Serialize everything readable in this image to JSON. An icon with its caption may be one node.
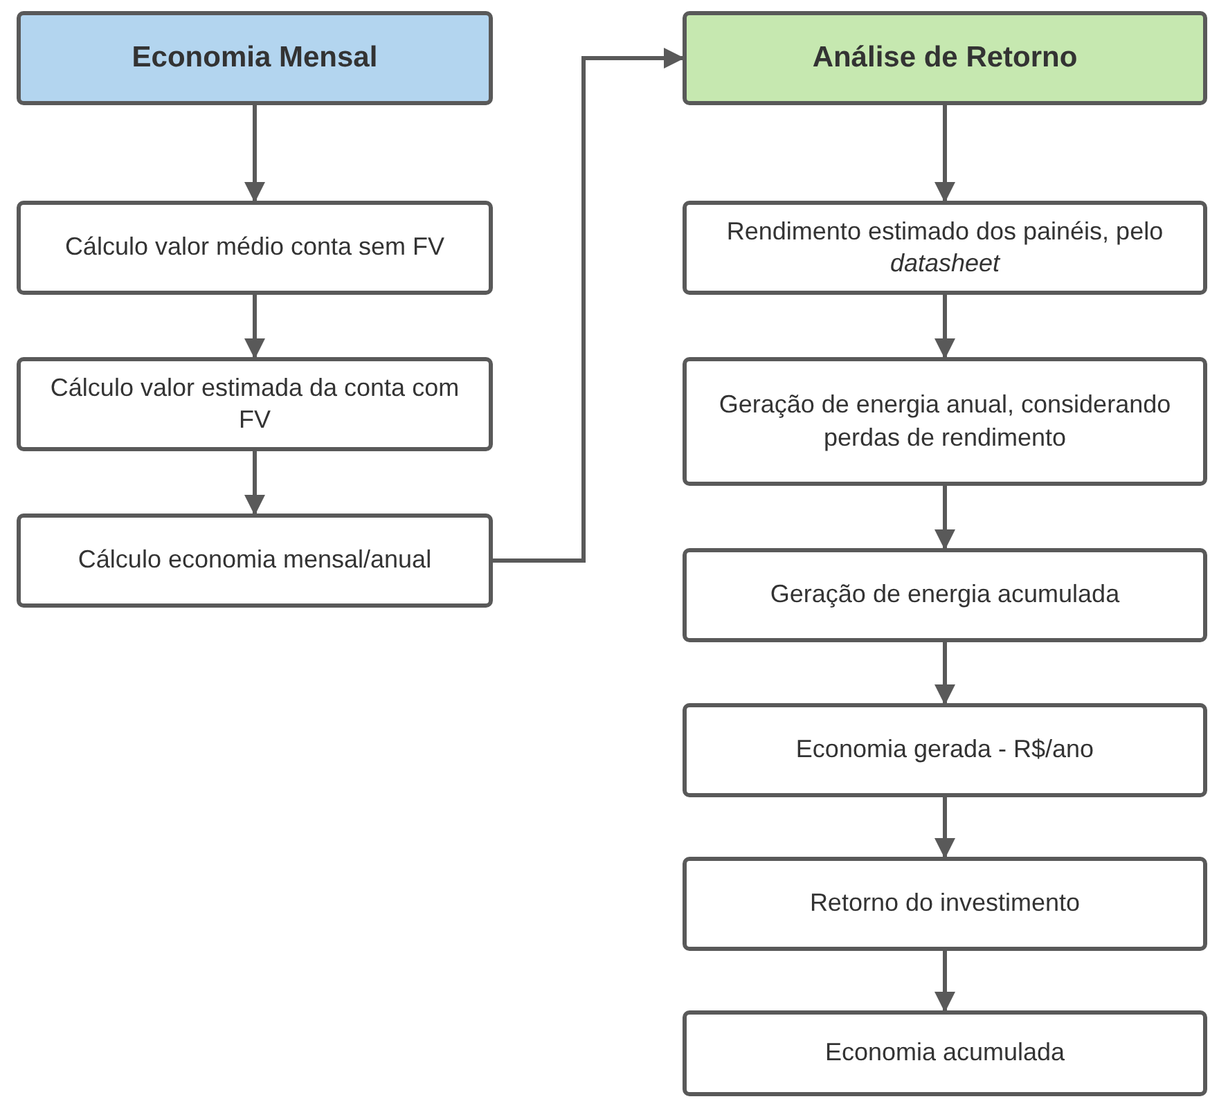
{
  "diagram": {
    "nodes": [
      {
        "text": [
          "Economia Mensal"
        ]
      },
      {
        "text": [
          "Cálculo valor médio conta sem FV"
        ]
      },
      {
        "text": [
          "Cálculo valor estimada da conta com FV"
        ]
      },
      {
        "text": [
          "Cálculo economia mensal/anual"
        ]
      },
      {
        "text": [
          "Análise de Retorno"
        ]
      },
      {
        "text": [
          "Rendimento estimado dos painéis, pelo *datasheet*"
        ]
      },
      {
        "text": [
          "Geração de energia anual, considerando perdas de rendimento"
        ]
      },
      {
        "text": [
          "Geração de energia acumulada"
        ]
      },
      {
        "text": [
          "Economia gerada - R$/ano"
        ]
      },
      {
        "text": [
          "Retorno do investimento"
        ]
      },
      {
        "text": [
          "Economia acumulada"
        ]
      }
    ],
    "edges": [
      {
        "from": 0,
        "to": 1,
        "arrow": "to"
      },
      {
        "from": 1,
        "to": 2,
        "arrow": "to"
      },
      {
        "from": 2,
        "to": 3,
        "arrow": "to"
      },
      {
        "from": 3,
        "to": 4,
        "arrow": "to"
      },
      {
        "from": 4,
        "to": 5,
        "arrow": "to"
      },
      {
        "from": 5,
        "to": 6,
        "arrow": "to"
      },
      {
        "from": 6,
        "to": 7,
        "arrow": "to"
      },
      {
        "from": 7,
        "to": 8,
        "arrow": "to"
      },
      {
        "from": 8,
        "to": 9,
        "arrow": "to"
      },
      {
        "from": 9,
        "to": 10,
        "arrow": "to"
      }
    ]
  }
}
